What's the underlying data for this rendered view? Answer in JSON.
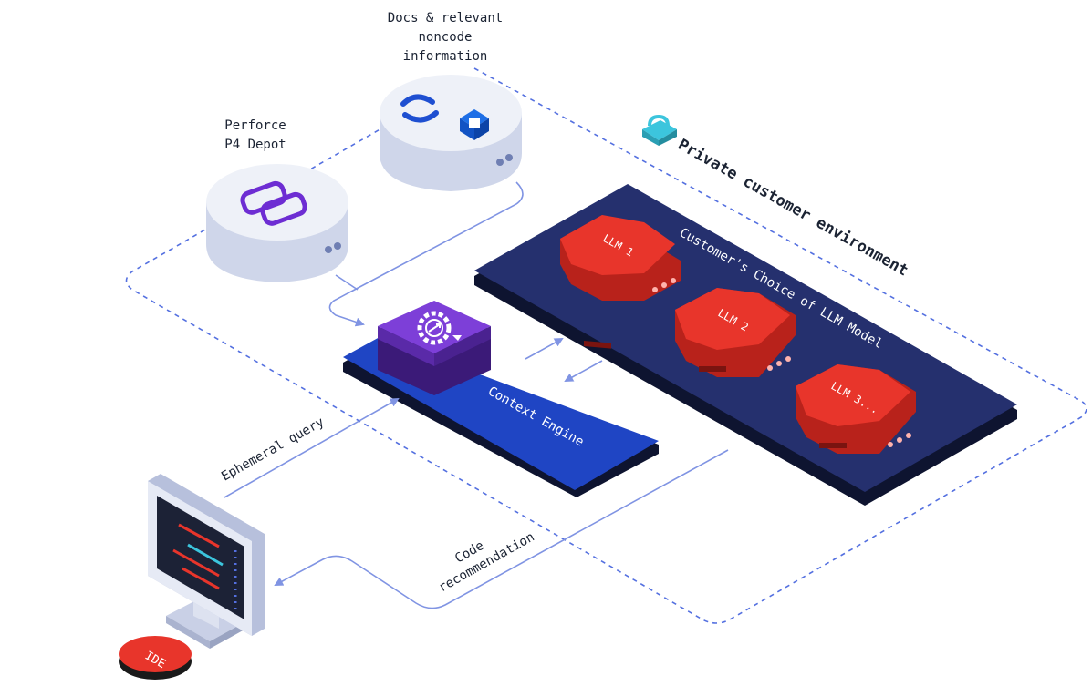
{
  "labels": {
    "docs_line1": "Docs & relevant",
    "docs_line2": "noncode",
    "docs_line3": "information",
    "perforce_line1": "Perforce",
    "perforce_line2": "P4 Depot",
    "private_env": "Private customer environment",
    "llm_choice": "Customer's Choice of LLM Model",
    "context_engine": "Context Engine",
    "ephemeral_query": "Ephemeral query",
    "code_line1": "Code",
    "code_line2": "recommendation",
    "ide": "IDE"
  },
  "llms": [
    {
      "label": "LLM 1"
    },
    {
      "label": "LLM 2"
    },
    {
      "label": "LLM 3..."
    }
  ],
  "colors": {
    "dashed_border": "#5470e0",
    "arrow": "#8094e3",
    "llm_panel": "#25306e",
    "context_panel": "#1f45c4",
    "llm_red": "#e8352b",
    "llm_red_dark": "#b8221b",
    "engine_purple": "#7d3fd8",
    "server_light": "#eef1f8",
    "server_side": "#cfd6ea",
    "lock": "#3cc5dd",
    "ide_red": "#e8352b"
  },
  "icons": {
    "perforce": "perforce-logo-icon",
    "confluence": "confluence-logo-icon",
    "jira": "jira-logo-icon",
    "engine": "gear-refresh-icon",
    "lock": "lock-icon",
    "monitor": "monitor-icon"
  }
}
